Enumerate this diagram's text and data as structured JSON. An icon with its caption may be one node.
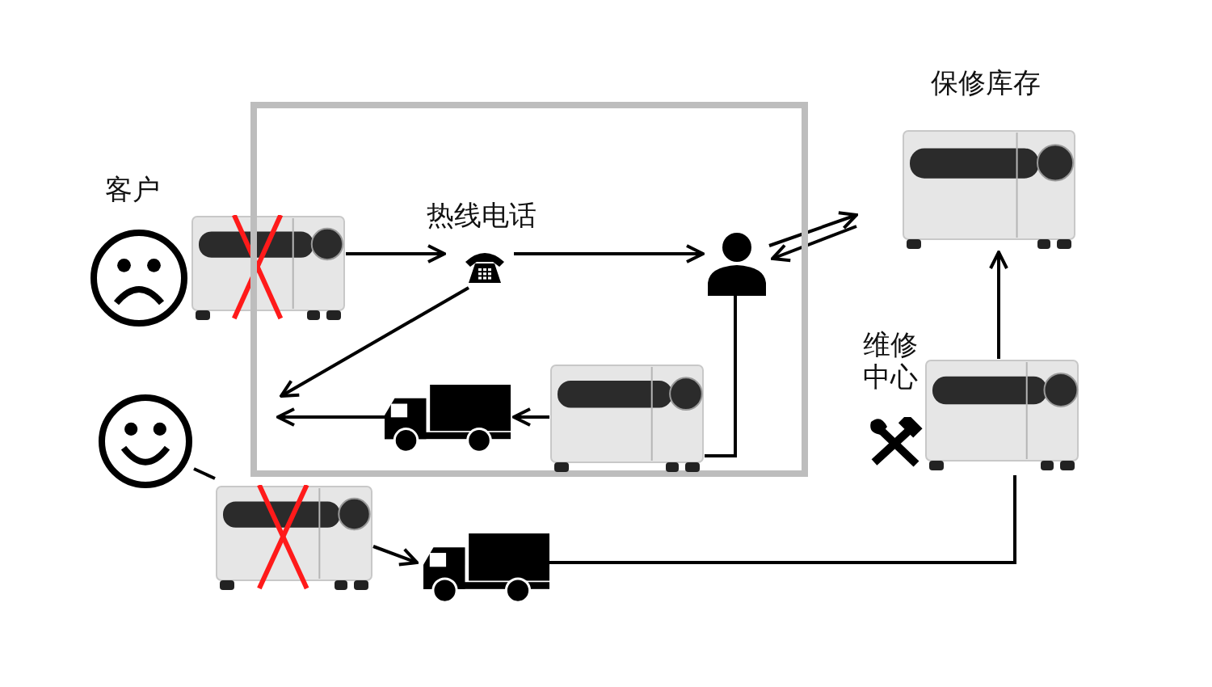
{
  "diagram": {
    "nodes": [
      {
        "text": [
          "客户"
        ]
      },
      {
        "text": [],
        "shape": "picture"
      },
      {
        "text": [],
        "shape": "box"
      },
      {
        "text": [
          "热线电话"
        ],
        "in": 2
      },
      {
        "text": [],
        "shape": "person",
        "in": 2
      },
      {
        "text": [
          "保修库存"
        ]
      },
      {
        "text": [],
        "shape": "picture",
        "in": 2
      },
      {
        "text": [],
        "shape": "picture",
        "in": 2
      },
      {
        "text": [],
        "shape": "picture"
      },
      {
        "text": [],
        "shape": "picture"
      },
      {
        "text": [],
        "shape": "picture"
      },
      {
        "text": [
          "维修中心"
        ]
      }
    ],
    "edges": [
      {
        "from": 1,
        "to": 3,
        "arrow": "to"
      },
      {
        "from": 3,
        "to": null,
        "arrow": "to"
      },
      {
        "from": 3,
        "to": 4,
        "arrow": "to"
      },
      {
        "from": 4,
        "to": 5,
        "arrow": "to"
      },
      {
        "from": 5,
        "to": 4,
        "arrow": "to"
      },
      {
        "from": 4,
        "to": 7,
        "arrow": "none"
      },
      {
        "from": 7,
        "to": 6,
        "arrow": "to"
      },
      {
        "from": 6,
        "to": null,
        "arrow": "to"
      },
      {
        "from": 8,
        "to": 9,
        "arrow": "none"
      },
      {
        "from": 9,
        "to": 10,
        "arrow": "to"
      },
      {
        "from": 10,
        "to": 11,
        "arrow": "none"
      },
      {
        "from": 11,
        "to": 5,
        "arrow": "to"
      }
    ]
  }
}
